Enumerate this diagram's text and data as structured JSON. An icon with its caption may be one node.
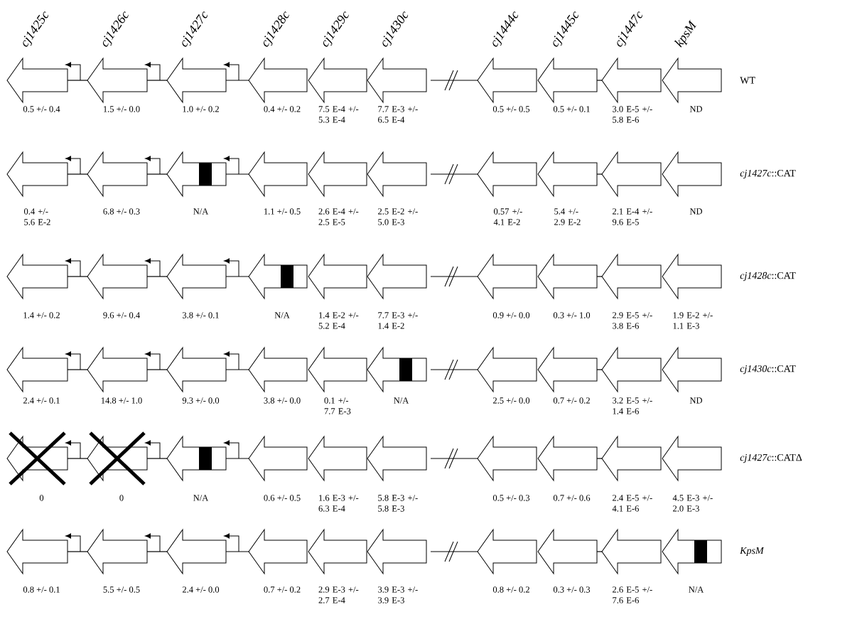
{
  "diagram": {
    "labels": [
      "cj1425c",
      "cj1426c",
      "cj1427c",
      "cj1428c",
      "cj1429c",
      "cj1430c",
      "cj1444c",
      "cj1445c",
      "cj1447c",
      "kpsM",
      "WT",
      "0.5 +/- 0.4",
      "1.5 +/- 0.0",
      "1.0 +/- 0.2",
      "0.4 +/- 0.2",
      "7.5 E-4 +/- 5.3 E-4",
      "7.7 E-3 +/- 6.5 E-4",
      "0.5 +/- 0.5",
      "0.5 +/- 0.1",
      "3.0 E-5 +/- 5.8 E-6",
      "ND",
      "*cj1427c*::CAT",
      "0.4 +/- 5.6 E-2",
      "6.8 +/- 0.3",
      "N/A",
      "1.1 +/- 0.5",
      "2.6 E-4 +/- 2.5 E-5",
      "2.5 E-2 +/- 5.0 E-3",
      "0.57 +/- 4.1 E-2",
      "5.4 +/- 2.9 E-2",
      "2.1 E-4 +/- 9.6 E-5",
      "ND",
      "*cj1428c*::CAT",
      "1.4 +/- 0.2",
      "9.6 +/- 0.4",
      "3.8 +/- 0.1",
      "N/A",
      "1.4 E-2 +/- 5.2 E-4",
      "7.7 E-3 +/- 1.4 E-2",
      "0.9 +/- 0.0",
      "0.3 +/- 1.0",
      "2.9 E-5 +/- 3.8 E-6",
      "1.9 E-2 +/- 1.1 E-3",
      "*cj1430c*::CAT",
      "2.4 +/- 0.1",
      "14.8 +/- 1.0",
      "9.3 +/- 0.0",
      "3.8 +/- 0.0",
      "0.1 +/- 7.7 E-3",
      "N/A",
      "2.5 +/- 0.0",
      "0.7 +/- 0.2",
      "3.2 E-5 +/- 1.4 E-6",
      "ND",
      "*cj1427c*::CATΔ",
      "0",
      "0",
      "N/A",
      "0.6 +/- 0.5",
      "1.6 E-3 +/- 6.3 E-4",
      "5.8 E-3 +/- 5.8 E-3",
      "0.5 +/- 0.3",
      "0.7 +/- 0.6",
      "2.4 E-5 +/- 4.1 E-6",
      "4.5 E-3 +/- 2.0 E-3",
      "KpsM",
      "0.8 +/- 0.1",
      "5.5 +/- 0.5",
      "2.4 +/- 0.0",
      "0.7 +/- 0.2",
      "2.9 E-3 +/- 2.7 E-4",
      "3.9 E-3 +/- 3.9 E-3",
      "0.8 +/- 0.2",
      "0.3 +/- 0.3",
      "2.6 E-5 +/- 7.6 E-6",
      "N/A"
    ]
  }
}
